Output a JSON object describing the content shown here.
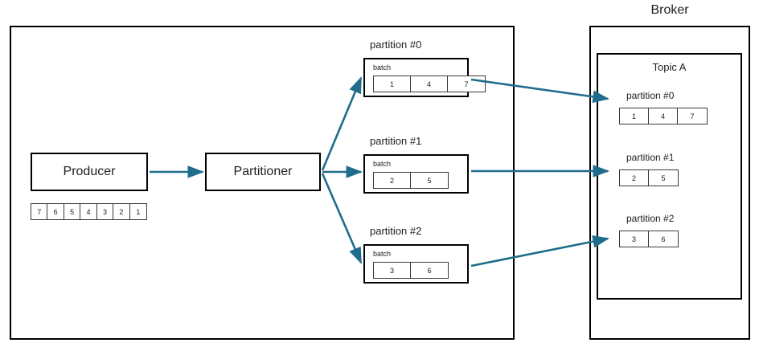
{
  "diagram": {
    "title_broker": "Broker",
    "title_topic": "Topic A",
    "accent_color": "#1F6C8C",
    "outline_color": "#000000"
  },
  "client": {
    "producer": {
      "label": "Producer",
      "queue": [
        "7",
        "6",
        "5",
        "4",
        "3",
        "2",
        "1"
      ]
    },
    "partitioner": {
      "label": "Partitioner"
    },
    "partitions": [
      {
        "label": "partition #0",
        "batch_label": "batch",
        "records": [
          "1",
          "4",
          "7"
        ]
      },
      {
        "label": "partition #1",
        "batch_label": "batch",
        "records": [
          "2",
          "5"
        ]
      },
      {
        "label": "partition #2",
        "batch_label": "batch",
        "records": [
          "3",
          "6"
        ]
      }
    ]
  },
  "broker": {
    "label": "Broker",
    "topic": {
      "label": "Topic A",
      "partitions": [
        {
          "label": "partition #0",
          "records": [
            "1",
            "4",
            "7"
          ]
        },
        {
          "label": "partition #1",
          "records": [
            "2",
            "5"
          ]
        },
        {
          "label": "partition #2",
          "records": [
            "3",
            "6"
          ]
        }
      ]
    }
  }
}
